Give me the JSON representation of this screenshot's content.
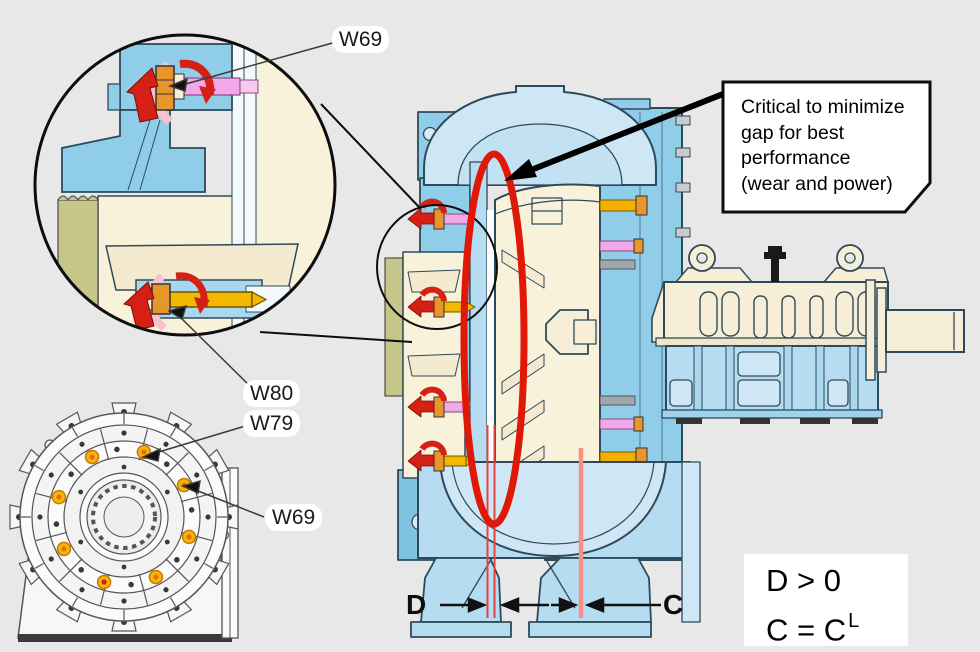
{
  "figure": {
    "description": "Pump cross-section diagram with adjusting-bolt detail inset, front view, gap highlight and annotations"
  },
  "colors": {
    "background": "#e8e8e8",
    "casing_blue": "#8fcde9",
    "casing_blue_light": "#cfe7f5",
    "liner_blue": "#b5dcf0",
    "cream": "#f9f2da",
    "olive": "#c6c688",
    "pink_bolt": "#f0a8e8",
    "bolt_yellow": "#f3b800",
    "bolt_orange": "#e8962c",
    "highlight_red": "#e01808",
    "arrow_red": "#d42015",
    "front_orange_bolt": "#f5b60a"
  },
  "callouts": {
    "w69_top": {
      "label": "W69"
    },
    "w80": {
      "label": "W80"
    },
    "w79": {
      "label": "W79"
    },
    "w69_bottom": {
      "label": "W69"
    }
  },
  "annotation_box": {
    "lines": [
      "Critical to minimize",
      "gap for best",
      "performance",
      "(wear and power)"
    ]
  },
  "dimension_labels": {
    "left": "D",
    "right": "C"
  },
  "formula_box": {
    "line1": "D > 0",
    "line2_base": "C = C",
    "line2_sup": "L"
  }
}
